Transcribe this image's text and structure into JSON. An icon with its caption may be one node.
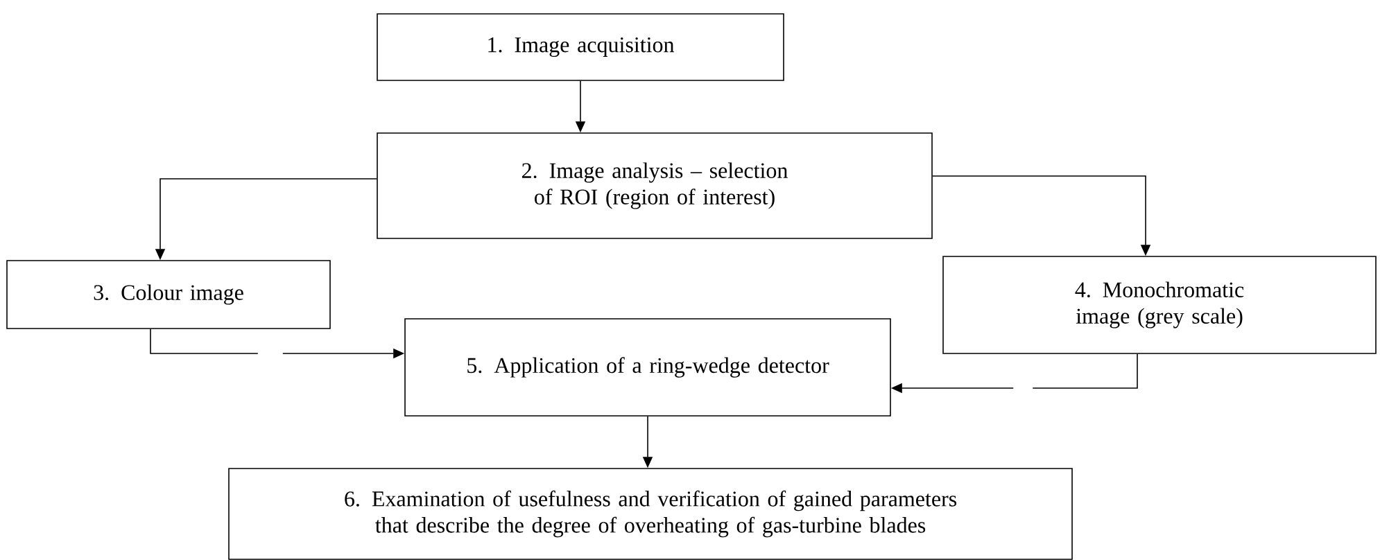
{
  "diagram": {
    "nodes": [
      {
        "text": [
          "1. Image acquisition"
        ]
      },
      {
        "text": [
          "2. Image analysis – selection of ROI (region of interest)"
        ]
      },
      {
        "text": [
          "3. Colour  image"
        ]
      },
      {
        "text": [
          "4. Monochromatic image (grey scale)"
        ]
      },
      {
        "text": [
          "5. Application of a ring-wedge detector"
        ]
      },
      {
        "text": [
          "6. Examination of usefulness and verification of gained parameters that describe the degree of overheating of gas-turbine blades"
        ]
      }
    ],
    "edges": [
      {
        "from": 0,
        "to": 1,
        "arrow": "to"
      },
      {
        "from": 1,
        "to": 2,
        "arrow": "to"
      },
      {
        "from": 1,
        "to": 3,
        "arrow": "to"
      },
      {
        "from": 2,
        "to": 4,
        "arrow": "to",
        "style": "dashed"
      },
      {
        "from": 3,
        "to": 4,
        "arrow": "to",
        "style": "dashed"
      },
      {
        "from": 4,
        "to": 5,
        "arrow": "to"
      }
    ]
  }
}
